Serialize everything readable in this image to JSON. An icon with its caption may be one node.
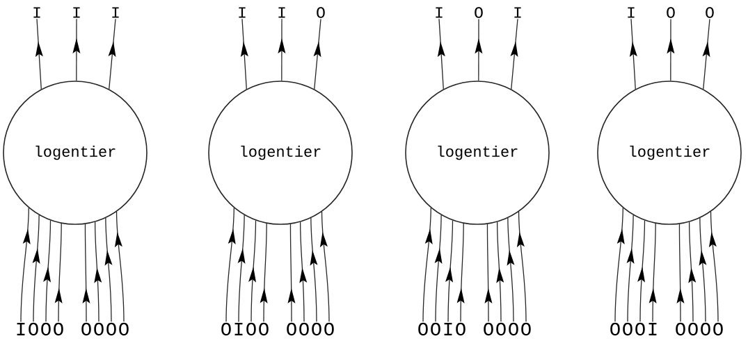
{
  "diagram": {
    "nodes": [
      {
        "text": [
          "I"
        ]
      },
      {
        "text": [
          "I"
        ]
      },
      {
        "text": [
          "I"
        ]
      },
      {
        "text": [
          "logentier"
        ]
      },
      {
        "text": [
          "I"
        ]
      },
      {
        "text": [
          "O"
        ]
      },
      {
        "text": [
          "O"
        ]
      },
      {
        "text": [
          "O"
        ]
      },
      {
        "text": [
          "O"
        ]
      },
      {
        "text": [
          "O"
        ]
      },
      {
        "text": [
          "O"
        ]
      },
      {
        "text": [
          "O"
        ]
      },
      {
        "text": [
          "I"
        ]
      },
      {
        "text": [
          "I"
        ]
      },
      {
        "text": [
          "O"
        ]
      },
      {
        "text": [
          "logentier"
        ]
      },
      {
        "text": [
          "O"
        ]
      },
      {
        "text": [
          "I"
        ]
      },
      {
        "text": [
          "O"
        ]
      },
      {
        "text": [
          "O"
        ]
      },
      {
        "text": [
          "O"
        ]
      },
      {
        "text": [
          "O"
        ]
      },
      {
        "text": [
          "O"
        ]
      },
      {
        "text": [
          "O"
        ]
      },
      {
        "text": [
          "I"
        ]
      },
      {
        "text": [
          "O"
        ]
      },
      {
        "text": [
          "I"
        ]
      },
      {
        "text": [
          "logentier"
        ]
      },
      {
        "text": [
          "O"
        ]
      },
      {
        "text": [
          "O"
        ]
      },
      {
        "text": [
          "I"
        ]
      },
      {
        "text": [
          "O"
        ]
      },
      {
        "text": [
          "O"
        ]
      },
      {
        "text": [
          "O"
        ]
      },
      {
        "text": [
          "O"
        ]
      },
      {
        "text": [
          "O"
        ]
      },
      {
        "text": [
          "I"
        ]
      },
      {
        "text": [
          "O"
        ]
      },
      {
        "text": [
          "O"
        ]
      },
      {
        "text": [
          "logentier"
        ]
      },
      {
        "text": [
          "O"
        ]
      },
      {
        "text": [
          "O"
        ]
      },
      {
        "text": [
          "O"
        ]
      },
      {
        "text": [
          "I"
        ]
      },
      {
        "text": [
          "O"
        ]
      },
      {
        "text": [
          "O"
        ]
      },
      {
        "text": [
          "O"
        ]
      },
      {
        "text": [
          "O"
        ]
      }
    ],
    "edges": [
      {
        "from": 3,
        "to": 0,
        "arrow": "to"
      },
      {
        "from": 3,
        "to": 1,
        "arrow": "to"
      },
      {
        "from": 3,
        "to": 2,
        "arrow": "to"
      },
      {
        "from": 4,
        "to": 3,
        "arrow": "to"
      },
      {
        "from": 5,
        "to": 3,
        "arrow": "to"
      },
      {
        "from": 6,
        "to": 3,
        "arrow": "to"
      },
      {
        "from": 7,
        "to": 3,
        "arrow": "to"
      },
      {
        "from": 8,
        "to": 3,
        "arrow": "to"
      },
      {
        "from": 9,
        "to": 3,
        "arrow": "to"
      },
      {
        "from": 10,
        "to": 3,
        "arrow": "to"
      },
      {
        "from": 11,
        "to": 3,
        "arrow": "to"
      },
      {
        "from": 15,
        "to": 12,
        "arrow": "to"
      },
      {
        "from": 15,
        "to": 13,
        "arrow": "to"
      },
      {
        "from": 15,
        "to": 14,
        "arrow": "to"
      },
      {
        "from": 16,
        "to": 15,
        "arrow": "to"
      },
      {
        "from": 17,
        "to": 15,
        "arrow": "to"
      },
      {
        "from": 18,
        "to": 15,
        "arrow": "to"
      },
      {
        "from": 19,
        "to": 15,
        "arrow": "to"
      },
      {
        "from": 20,
        "to": 15,
        "arrow": "to"
      },
      {
        "from": 21,
        "to": 15,
        "arrow": "to"
      },
      {
        "from": 22,
        "to": 15,
        "arrow": "to"
      },
      {
        "from": 23,
        "to": 15,
        "arrow": "to"
      },
      {
        "from": 27,
        "to": 24,
        "arrow": "to"
      },
      {
        "from": 27,
        "to": 25,
        "arrow": "to"
      },
      {
        "from": 27,
        "to": 26,
        "arrow": "to"
      },
      {
        "from": 28,
        "to": 27,
        "arrow": "to"
      },
      {
        "from": 29,
        "to": 27,
        "arrow": "to"
      },
      {
        "from": 30,
        "to": 27,
        "arrow": "to"
      },
      {
        "from": 31,
        "to": 27,
        "arrow": "to"
      },
      {
        "from": 32,
        "to": 27,
        "arrow": "to"
      },
      {
        "from": 33,
        "to": 27,
        "arrow": "to"
      },
      {
        "from": 34,
        "to": 27,
        "arrow": "to"
      },
      {
        "from": 35,
        "to": 27,
        "arrow": "to"
      },
      {
        "from": 39,
        "to": 36,
        "arrow": "to"
      },
      {
        "from": 39,
        "to": 37,
        "arrow": "to"
      },
      {
        "from": 39,
        "to": 38,
        "arrow": "to"
      },
      {
        "from": 40,
        "to": 39,
        "arrow": "to"
      },
      {
        "from": 41,
        "to": 39,
        "arrow": "to"
      },
      {
        "from": 42,
        "to": 39,
        "arrow": "to"
      },
      {
        "from": 43,
        "to": 39,
        "arrow": "to"
      },
      {
        "from": 44,
        "to": 39,
        "arrow": "to"
      },
      {
        "from": 45,
        "to": 39,
        "arrow": "to"
      },
      {
        "from": 46,
        "to": 39,
        "arrow": "to"
      },
      {
        "from": 47,
        "to": 39,
        "arrow": "to"
      }
    ]
  }
}
